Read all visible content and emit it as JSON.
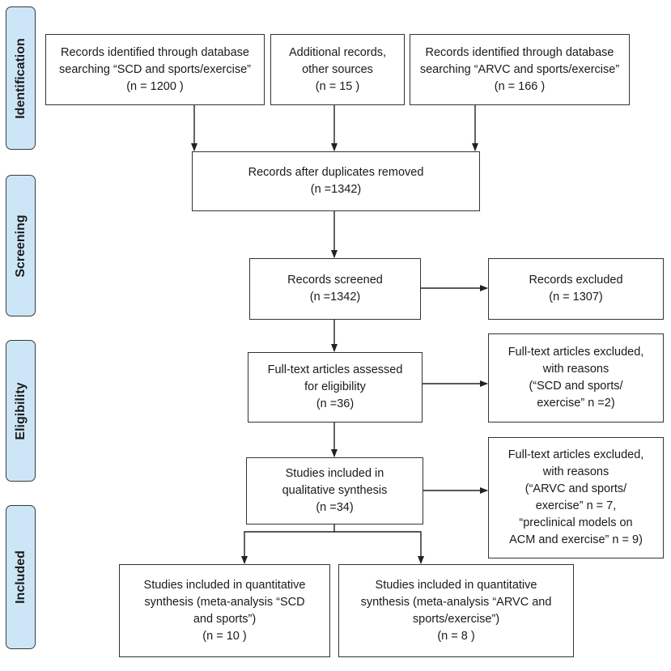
{
  "phases": {
    "identification": "Identification",
    "screening": "Screening",
    "eligibility": "Eligibility",
    "included": "Included"
  },
  "boxes": {
    "db_scd": [
      "Records identified through database",
      "searching “SCD and sports/exercise”",
      "(n =  1200 )"
    ],
    "other_sources": [
      "Additional records,",
      "other sources",
      "(n = 15  )"
    ],
    "db_arvc": [
      "Records identified through database",
      "searching “ARVC and sports/exercise”",
      "(n =  166 )"
    ],
    "duplicates_removed": [
      "Records after duplicates removed",
      "(n =1342)"
    ],
    "screened": [
      "Records screened",
      "(n =1342)"
    ],
    "excluded": [
      "Records excluded",
      "(n = 1307)"
    ],
    "fulltext_assessed": [
      "Full-text articles assessed",
      "for eligibility",
      "(n =36)"
    ],
    "fulltext_excluded_1": [
      "Full-text articles excluded,",
      "with reasons",
      "(“SCD and sports/",
      "exercise” n =2)"
    ],
    "qualitative": [
      "Studies included in",
      "qualitative synthesis",
      "(n =34)"
    ],
    "fulltext_excluded_2": [
      "Full-text articles excluded,",
      "with reasons",
      "(“ARVC and sports/",
      "exercise” n = 7,",
      "“preclinical models on",
      "ACM and exercise” n = 9)"
    ],
    "quant_scd": [
      "Studies included in quantitative",
      "synthesis (meta-analysis “SCD",
      "and sports”)",
      "(n =  10 )"
    ],
    "quant_arvc": [
      "Studies included in quantitative",
      "synthesis (meta-analysis “ARVC and",
      "sports/exercise”)",
      "(n = 8 )"
    ]
  },
  "colors": {
    "phase_fill": "#cde6f7",
    "border": "#333333",
    "arrow": "#222222"
  }
}
